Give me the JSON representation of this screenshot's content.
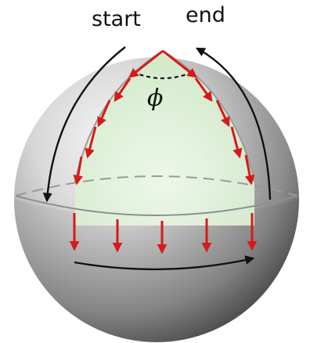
{
  "labels": {
    "start": "start",
    "end": "end",
    "angle": "ϕ"
  },
  "colors": {
    "sphere_light": "#f6f6f6",
    "sphere_mid": "#bdbdbd",
    "sphere_dark": "#4e4e4e",
    "triangle_fill": "#d8efcf",
    "vector": "#d7191c",
    "path_arrow": "#111111",
    "equator": "#8f8f8f"
  },
  "diagram": {
    "vector_count_along_left_edge": 5,
    "vector_count_along_right_edge": 5,
    "vector_count_along_equator": 5
  }
}
